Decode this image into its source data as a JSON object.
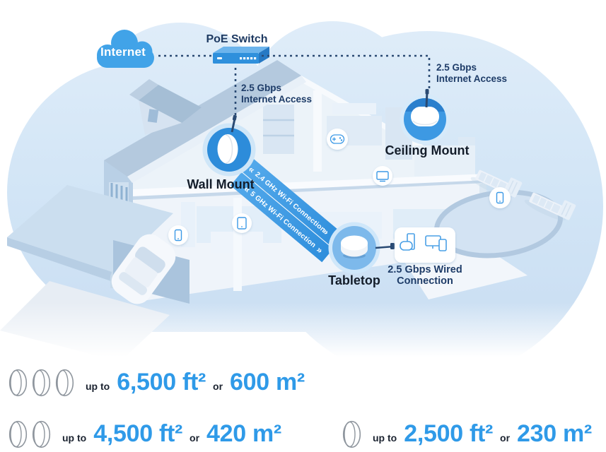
{
  "scene": {
    "internet": "Internet",
    "poe_switch": "PoE Switch",
    "wan_left": [
      "2.5 Gbps",
      "Internet Access"
    ],
    "wan_right": [
      "2.5 Gbps",
      "Internet Access"
    ],
    "wall_mount": "Wall Mount",
    "ceiling_mount": "Ceiling Mount",
    "tabletop": "Tabletop",
    "wired": [
      "2.5 Gbps Wired",
      "Connection"
    ],
    "ribbon": {
      "left_chevron": "«",
      "right_chevron": "»",
      "lane1": "2.4 GHz Wi-Fi Connection",
      "lane2": "5 GHz Wi-Fi Connection"
    },
    "icons": [
      "game-controller",
      "tv",
      "tablet",
      "smartphone",
      "smartphone-outdoor",
      "wired-console",
      "wired-monitor-phone"
    ]
  },
  "coverage": {
    "rows": [
      {
        "units": 3,
        "up_to": "up to",
        "ft": "6,500 ft²",
        "or": "or",
        "m": "600 m²"
      },
      {
        "units": 2,
        "up_to": "up to",
        "ft": "4,500 ft²",
        "or": "or",
        "m": "420 m²"
      },
      {
        "units": 1,
        "up_to": "up to",
        "ft": "2,500 ft²",
        "or": "or",
        "m": "230 m²"
      }
    ]
  },
  "colors": {
    "accent_blue": "#2f9ae8",
    "navy_text": "#1e3c68",
    "dark_text": "#141d2a",
    "ribbon_blue": "#3f9ce6",
    "cloud_bg": "#d0e3f5",
    "internet_cloud": "#41a3e8",
    "device_circle": "#3d9ae4"
  }
}
